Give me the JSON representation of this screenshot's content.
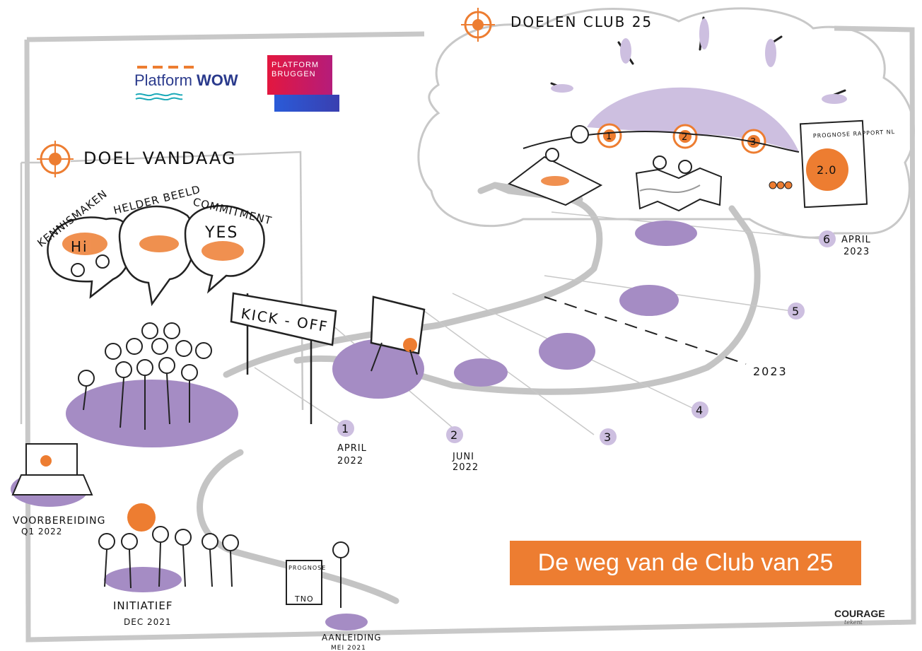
{
  "logos": {
    "wow_regular": "Platform",
    "wow_bold": "WOW",
    "bruggen_line1": "PLATFORM",
    "bruggen_line2": "BRUGGEN",
    "courage": "COURAGE",
    "courage_sub": "tekent"
  },
  "goals_today": {
    "title": "DOEL VANDAAG",
    "bubbles": [
      {
        "label": "KENNISMAKEN",
        "content": "Hi"
      },
      {
        "label": "HELDER BEELD",
        "content": ""
      },
      {
        "label": "COMMITMENT",
        "content": "YES"
      }
    ]
  },
  "club_goals": {
    "title": "DOELEN CLUB 25",
    "targets": [
      "1",
      "2",
      "3"
    ],
    "report_title": "PROGNOSE RAPPORT NL",
    "report_version": "2.0"
  },
  "signpost": "KICK - OFF",
  "milestones": [
    {
      "number": "1",
      "line1": "APRIL",
      "line2": "2022"
    },
    {
      "number": "2",
      "line1": "JUNI",
      "line2": "2022"
    },
    {
      "number": "3",
      "line1": "",
      "line2": ""
    },
    {
      "number": "4",
      "line1": "",
      "line2": ""
    },
    {
      "number": "5",
      "line1": "",
      "line2": ""
    },
    {
      "number": "6",
      "line1": "APRIL",
      "line2": "2023"
    }
  ],
  "year_marker": "2023",
  "origins": {
    "voorbereiding": "VOORBEREIDING",
    "voorbereiding_date": "Q1 2022",
    "initiatief": "INITIATIEF",
    "initiatief_date": "DEC 2021",
    "aanleiding": "AANLEIDING",
    "aanleiding_date": "MEI 2021",
    "prognose_sign": "PROGNOSE",
    "tno": "TNO"
  },
  "banner_title": "De weg van de Club van 25",
  "colors": {
    "purple": "#a58cc4",
    "purple_light": "#cdbfe0",
    "orange": "#ed7d31",
    "road": "#c4c4c4"
  }
}
